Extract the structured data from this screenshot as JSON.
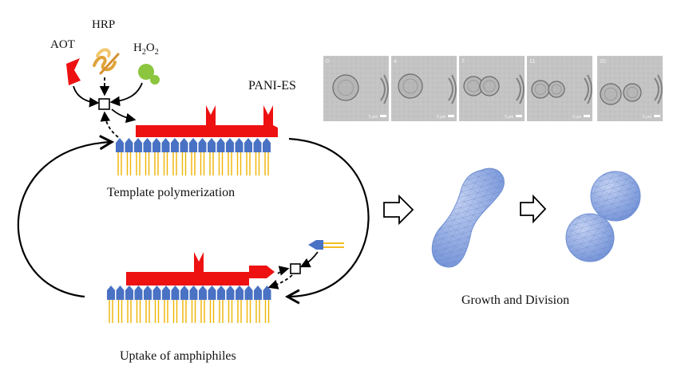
{
  "reagents": {
    "aot": "AOT",
    "hrp": "HRP",
    "h2o2_base": "H",
    "h2o2_sub1": "2",
    "h2o2_mid": "O",
    "h2o2_sub2": "2"
  },
  "labels": {
    "pani_es": "PANI-ES",
    "template_polymerization": "Template polymerization",
    "uptake_of_amphiphiles": "Uptake of amphiphiles",
    "growth_and_division": "Growth and Division"
  },
  "micrographs": {
    "frames": [
      {
        "time": "0",
        "scale": "5 μm"
      },
      {
        "time": "4",
        "scale": "5 μm"
      },
      {
        "time": "7",
        "scale": "5 μm"
      },
      {
        "time": "11",
        "scale": "5 μm"
      },
      {
        "time": "20",
        "scale": "5 μm"
      }
    ]
  },
  "colors": {
    "polymer": "#ee1111",
    "headgroup": "#4a72c4",
    "tail": "#f0b400",
    "h2o2": "#8cc63f",
    "hrp": "#e8b040",
    "vesicle": "#8fa8e0",
    "micrograph_bg": "#c4c4c4"
  }
}
